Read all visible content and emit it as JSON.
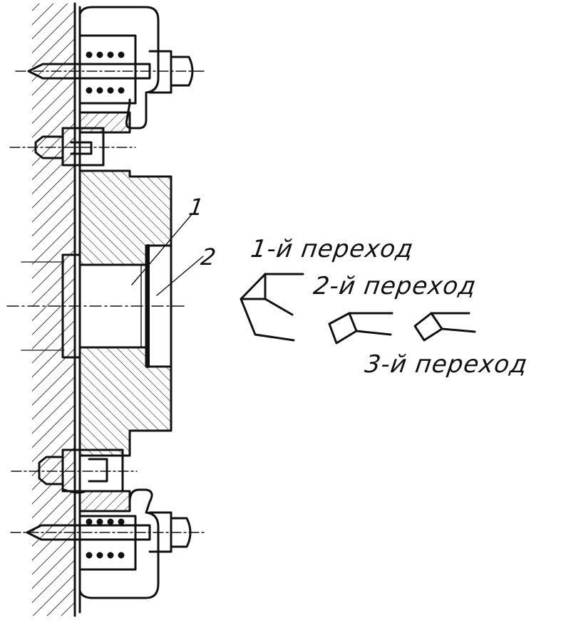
{
  "labels": {
    "part_1": "1",
    "part_2": "2",
    "op_1": "1-й переход",
    "op_2": "2-й переход",
    "op_3": "3-й переход"
  },
  "colors": {
    "ink": "#111111",
    "paper": "#ffffff"
  }
}
